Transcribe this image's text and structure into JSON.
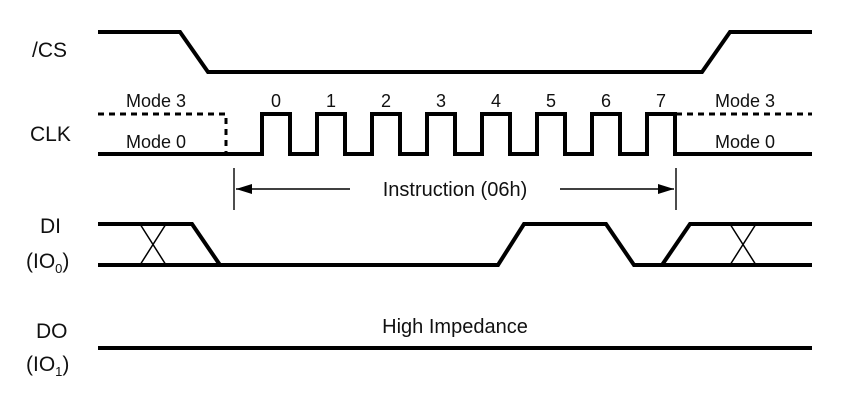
{
  "signals": {
    "cs": "/CS",
    "clk": "CLK",
    "di": {
      "name": "DI",
      "pin_prefix": "(IO",
      "pin_sub": "0",
      "pin_suffix": ")"
    },
    "do": {
      "name": "DO",
      "pin_prefix": "(IO",
      "pin_sub": "1",
      "pin_suffix": ")"
    }
  },
  "modes": {
    "left_top": "Mode 3",
    "left_bottom": "Mode 0",
    "right_top": "Mode 3",
    "right_bottom": "Mode 0"
  },
  "clock_bits": [
    "0",
    "1",
    "2",
    "3",
    "4",
    "5",
    "6",
    "7"
  ],
  "instruction_label": "Instruction (06h)",
  "do_state": "High Impedance"
}
